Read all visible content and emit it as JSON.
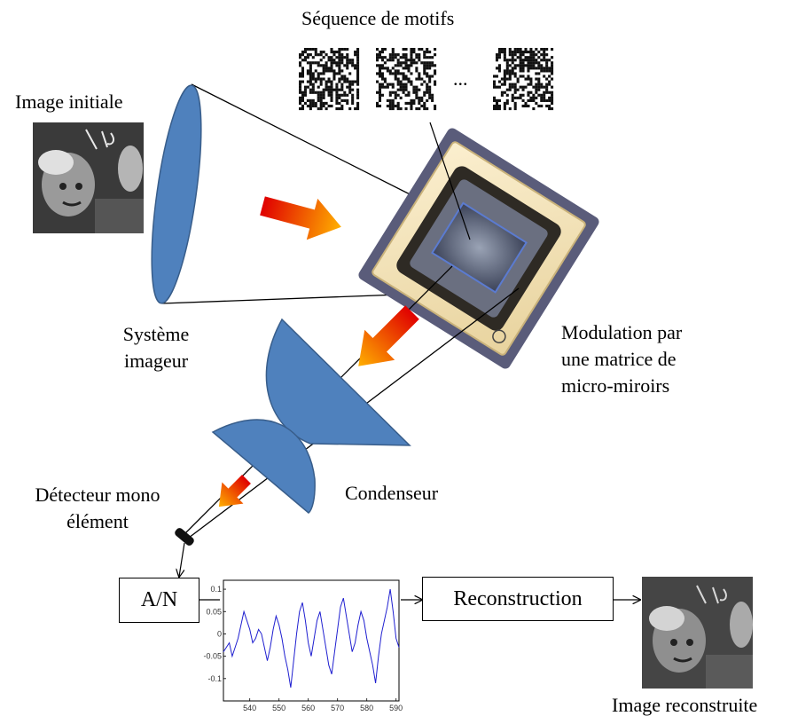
{
  "labels": {
    "sequence": "Séquence de motifs",
    "ellipsis": "...",
    "initial_image": "Image initiale",
    "imaging_system_line1": "Système",
    "imaging_system_line2": "imageur",
    "modulation_line1": "Modulation par",
    "modulation_line2": "une matrice de",
    "modulation_line3": "micro-miroirs",
    "condenser": "Condenseur",
    "detector_line1": "Détecteur mono",
    "detector_line2": "élément",
    "adc": "A/N",
    "reconstruction": "Reconstruction",
    "reconstructed_image": "Image reconstruite"
  },
  "colors": {
    "lens": "#4f81bd",
    "lens_edge": "#385d8a",
    "arrow_start": "#e00000",
    "arrow_end": "#ffb000",
    "signal": "#1f1fd0",
    "chip_frame": "#f3e2b3",
    "chip_border": "#57597a"
  },
  "chart_data": {
    "type": "line",
    "title": "",
    "xlabel": "",
    "ylabel": "",
    "xlim": [
      531,
      591
    ],
    "ylim": [
      -0.15,
      0.12
    ],
    "x_ticks": [
      "540",
      "550",
      "560",
      "570",
      "580",
      "590"
    ],
    "y_ticks": [
      "0.1",
      "0.05",
      "0",
      "-0.05",
      "-0.1"
    ],
    "series": [
      {
        "x": [
          531,
          532,
          533,
          534,
          535,
          536,
          537,
          538,
          539,
          540,
          541,
          542,
          543,
          544,
          545,
          546,
          547,
          548,
          549,
          550,
          551,
          552,
          553,
          554,
          555,
          556,
          557,
          558,
          559,
          560,
          561,
          562,
          563,
          564,
          565,
          566,
          567,
          568,
          569,
          570,
          571,
          572,
          573,
          574,
          575,
          576,
          577,
          578,
          579,
          580,
          581,
          582,
          583,
          584,
          585,
          586,
          587,
          588,
          589,
          590,
          591
        ],
        "values": [
          -0.04,
          -0.03,
          -0.02,
          -0.05,
          -0.03,
          -0.01,
          0.02,
          0.05,
          0.03,
          0.01,
          -0.02,
          -0.01,
          0.01,
          0.0,
          -0.03,
          -0.06,
          -0.03,
          0.01,
          0.04,
          0.02,
          -0.01,
          -0.05,
          -0.08,
          -0.12,
          -0.06,
          0.0,
          0.05,
          0.07,
          0.03,
          -0.02,
          -0.05,
          -0.01,
          0.03,
          0.05,
          0.01,
          -0.03,
          -0.07,
          -0.09,
          -0.04,
          0.01,
          0.06,
          0.08,
          0.04,
          0.0,
          -0.04,
          -0.02,
          0.02,
          0.05,
          0.03,
          -0.01,
          -0.04,
          -0.07,
          -0.11,
          -0.05,
          0.0,
          0.03,
          0.06,
          0.1,
          0.05,
          -0.01,
          -0.03
        ]
      }
    ]
  }
}
